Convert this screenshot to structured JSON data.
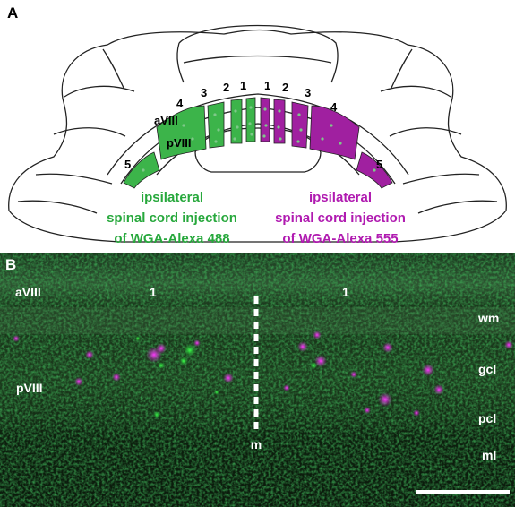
{
  "panel_a": {
    "letter": "A",
    "stripe_numbers_left": [
      "1",
      "2",
      "3",
      "4",
      "5"
    ],
    "stripe_numbers_right": [
      "1",
      "2",
      "3",
      "4",
      "5"
    ],
    "lobule_labels": {
      "anterior": "aVIII",
      "posterior": "pVIII"
    },
    "green_caption": [
      "ipsilateral",
      "spinal cord injection",
      "of WGA-Alexa 488"
    ],
    "magenta_caption": [
      "ipsilateral",
      "spinal cord injection",
      "of WGA-Alexa 555"
    ]
  },
  "panel_b": {
    "letter": "B",
    "left_labels": {
      "top": "aVIII",
      "bottom": "pVIII"
    },
    "stripe_left": "1",
    "stripe_right": "1",
    "midline_label": "m",
    "layer_labels": [
      "wm",
      "gcl",
      "pcl",
      "ml"
    ]
  },
  "colors": {
    "green": "#3cb44a",
    "magenta": "#a020a0",
    "green_caption": "#27a83c",
    "magenta_caption": "#b01ab0",
    "outline": "#222222",
    "micrograph_bg": "#0c1f0e"
  }
}
